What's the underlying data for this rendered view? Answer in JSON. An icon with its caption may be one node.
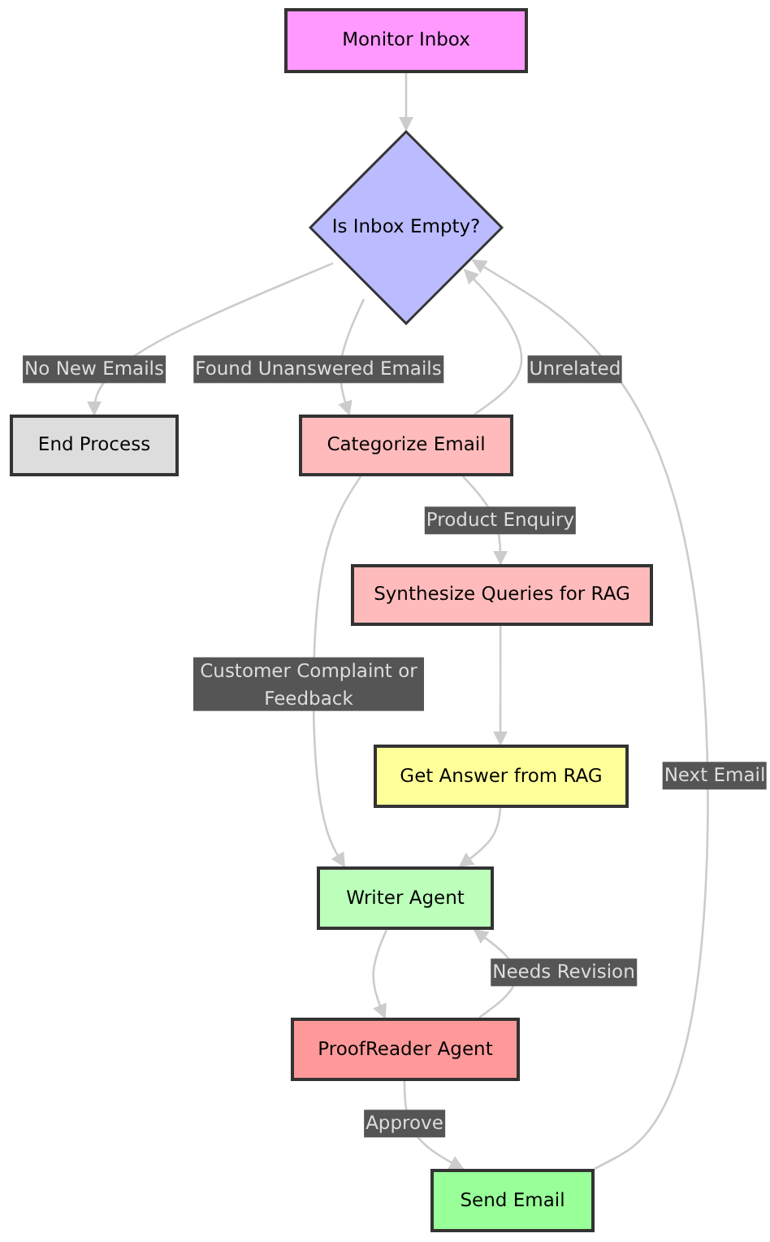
{
  "diagram": {
    "nodes": [
      {
        "text": [
          "Monitor Inbox"
        ]
      },
      {
        "text": [
          "Is Inbox Empty?"
        ]
      },
      {
        "text": [
          "End Process"
        ]
      },
      {
        "text": [
          "Categorize Email"
        ]
      },
      {
        "text": [
          "Synthesize Queries for RAG"
        ]
      },
      {
        "text": [
          "Get Answer from RAG"
        ]
      },
      {
        "text": [
          "Writer Agent"
        ]
      },
      {
        "text": [
          "ProofReader Agent"
        ]
      },
      {
        "text": [
          "Send Email"
        ]
      }
    ],
    "edges": [
      {
        "from": 0,
        "to": 1,
        "arrow": "to"
      },
      {
        "from": 1,
        "to": 2,
        "arrow": "to",
        "label": "No New Emails"
      },
      {
        "from": 1,
        "to": 3,
        "arrow": "to",
        "label": "Found Unanswered Emails"
      },
      {
        "from": 3,
        "to": 1,
        "arrow": "to",
        "label": "Unrelated"
      },
      {
        "from": 3,
        "to": 4,
        "arrow": "to",
        "label": "Product Enquiry"
      },
      {
        "from": 3,
        "to": 6,
        "arrow": "to",
        "label": "Customer Complaint or Feedback"
      },
      {
        "from": 4,
        "to": 5,
        "arrow": "to"
      },
      {
        "from": 5,
        "to": 6,
        "arrow": "to"
      },
      {
        "from": 6,
        "to": 7,
        "arrow": "to"
      },
      {
        "from": 7,
        "to": 6,
        "arrow": "to",
        "label": "Needs Revision"
      },
      {
        "from": 7,
        "to": 8,
        "arrow": "to",
        "label": "Approve"
      },
      {
        "from": 8,
        "to": 1,
        "arrow": "to",
        "label": "Next Email"
      }
    ]
  }
}
